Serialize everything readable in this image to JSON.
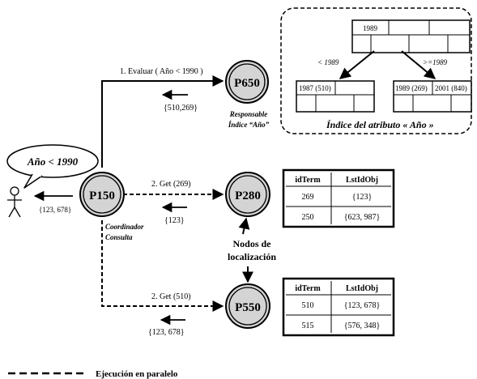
{
  "query_bubble": "Año < 1990",
  "user_result": "{123, 678}",
  "nodes": {
    "p150": {
      "label": "P150",
      "caption_line1": "Coordinador",
      "caption_line2": "Consulta"
    },
    "p650": {
      "label": "P650",
      "caption_line1": "Responsable",
      "caption_line2": "Índice “Año”"
    },
    "p280": {
      "label": "P280"
    },
    "p550": {
      "label": "P550"
    }
  },
  "edges": {
    "evaluar": {
      "label": "1. Evaluar ( Año < 1990 )",
      "result": "{510,269}"
    },
    "get_269": {
      "label": "2. Get (269)",
      "result": "{123}"
    },
    "get_510": {
      "label": "2. Get (510)",
      "result": "{123, 678}"
    }
  },
  "localization_label": {
    "line1": "Nodos de",
    "line2": "localización"
  },
  "index_box": {
    "title": "Índice del atributo « Año »",
    "root_key": "1989",
    "left_branch": "< 1989",
    "right_branch": ">=1989",
    "left_leaf": [
      "1987 (510)"
    ],
    "right_leaf": [
      "1989 (269)",
      "2001 (840)"
    ]
  },
  "tables": [
    {
      "headers": [
        "idTerm",
        "LstIdObj"
      ],
      "rows": [
        [
          "269",
          "{123}"
        ],
        [
          "250",
          "{623, 987}"
        ]
      ]
    },
    {
      "headers": [
        "idTerm",
        "LstIdObj"
      ],
      "rows": [
        [
          "510",
          "{123, 678}"
        ],
        [
          "515",
          "{576, 348}"
        ]
      ]
    }
  ],
  "legend": {
    "label": "Ejecución en paralelo"
  }
}
